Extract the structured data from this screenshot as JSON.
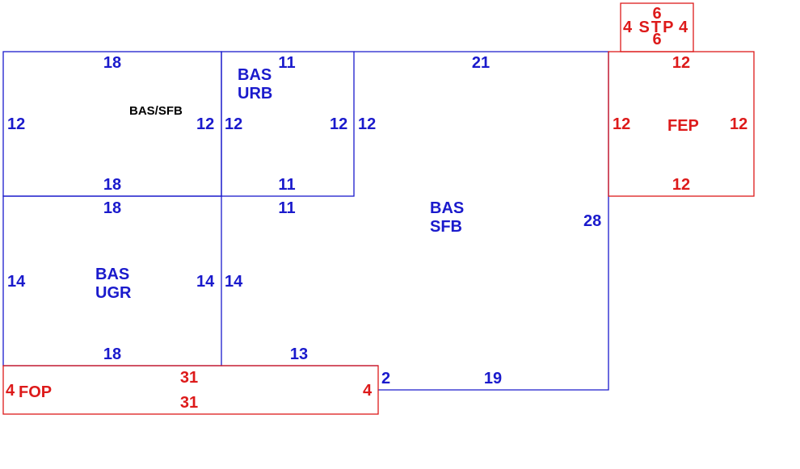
{
  "colors": {
    "living": "#1a1acc",
    "porch": "#dd1a1a",
    "note": "#000000"
  },
  "areas": {
    "bas_sfb_upper": {
      "label": "BAS/SFB",
      "top": "18",
      "bottom": "18",
      "left": "12",
      "right": "12"
    },
    "bas_urb": {
      "label_line1": "BAS",
      "label_line2": "URB",
      "top": "11",
      "bottom": "11",
      "left": "12",
      "right": "12"
    },
    "bas_sfb_main": {
      "label_line1": "BAS",
      "label_line2": "SFB",
      "top": "21",
      "left": "12",
      "right": "28",
      "bottom_inner": "11",
      "bottom_step": "13",
      "step_riser": "2",
      "bottom": "19"
    },
    "bas_ugr": {
      "label_line1": "BAS",
      "label_line2": "UGR",
      "top": "18",
      "bottom": "18",
      "left": "14",
      "right": "14"
    },
    "adjacent_14": "14",
    "fep": {
      "label": "FEP",
      "top": "12",
      "bottom": "12",
      "left": "12",
      "right": "12"
    },
    "stp": {
      "label": "STP",
      "top": "6",
      "bottom": "6",
      "left": "4",
      "right": "4"
    },
    "fop": {
      "label": "FOP",
      "top": "31",
      "bottom": "31",
      "left": "4",
      "right": "4"
    }
  }
}
